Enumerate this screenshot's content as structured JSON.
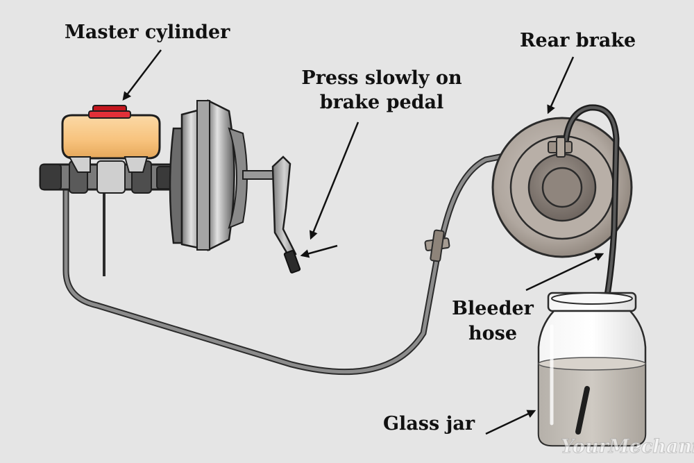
{
  "labels": {
    "master_cylinder": "Master cylinder",
    "press_line1": "Press slowly on",
    "press_line2": "brake pedal",
    "rear_brake": "Rear brake",
    "bleeder_line1": "Bleeder",
    "bleeder_line2": "hose",
    "glass_jar": "Glass jar"
  },
  "watermark": "YourMechanic",
  "colors": {
    "background": "#e5e5e5",
    "reservoir": "#f7c27c",
    "cap": "#d9242c",
    "metal": "#b9b9b9",
    "hose": "#3a3a3a",
    "fluid": "#bfbab3"
  }
}
